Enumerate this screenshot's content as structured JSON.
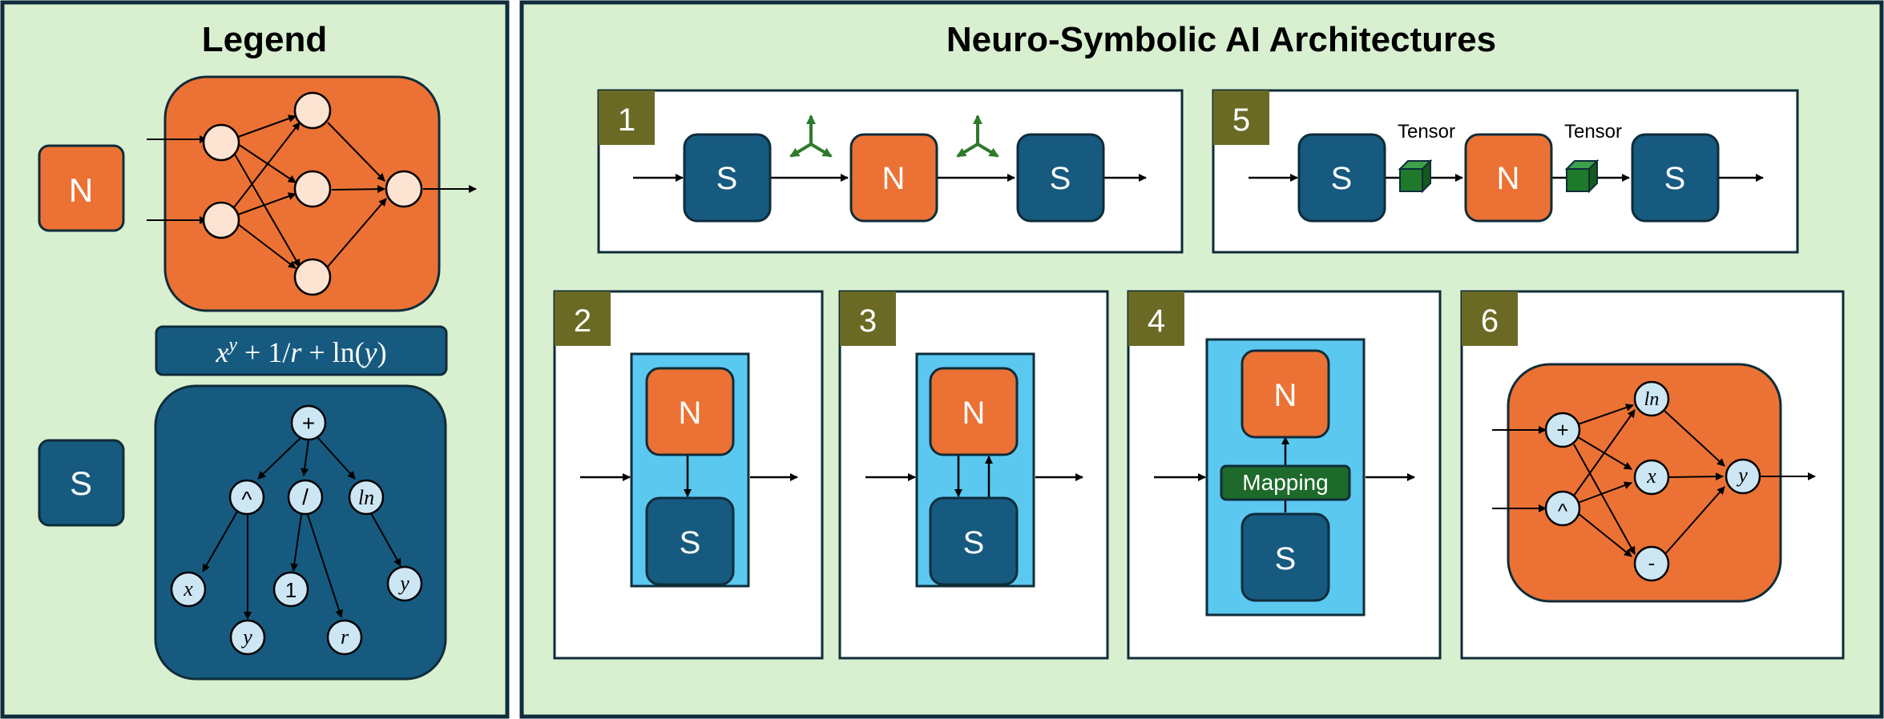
{
  "legend": {
    "title": "Legend",
    "neural_label": "N",
    "symbolic_label": "S",
    "formula": "x^y + 1/r + ln(y)",
    "formula_parts": {
      "x": "x",
      "sup": "y",
      "mid": " + 1/",
      "r": "r",
      "plus": " + ln(",
      "y": "y",
      "end": ")"
    },
    "tree_nodes": {
      "plus": "+",
      "pow": "^",
      "div": "/",
      "ln": "ln",
      "x": "x",
      "y1": "y",
      "one": "1",
      "r": "r",
      "y2": "y"
    }
  },
  "main": {
    "title": "Neuro-Symbolic AI Architectures",
    "panels": {
      "p1": {
        "number": "1",
        "blocks": [
          "S",
          "N",
          "S"
        ]
      },
      "p2": {
        "number": "2",
        "top": "N",
        "bottom": "S"
      },
      "p3": {
        "number": "3",
        "top": "N",
        "bottom": "S"
      },
      "p4": {
        "number": "4",
        "top": "N",
        "mapping": "Mapping",
        "bottom": "S"
      },
      "p5": {
        "number": "5",
        "blocks": [
          "S",
          "N",
          "S"
        ],
        "tensor_label_1": "Tensor",
        "tensor_label_2": "Tensor"
      },
      "p6": {
        "number": "6",
        "nodes": {
          "plus": "+",
          "pow": "^",
          "ln": "ln",
          "x": "x",
          "minus": "-",
          "y": "y"
        }
      }
    }
  },
  "colors": {
    "background": "#d8f0d0",
    "frame": "#0f2c3a",
    "neural": "#eb7234",
    "symbolic": "#165a80",
    "light_blue": "#5bc8f0",
    "node_fill": "#cde6f4",
    "neural_node": "#fde3d2",
    "badge": "#6b6a24",
    "mapping": "#1d6a2a",
    "tensor": "#1e7a2a",
    "axis_arrow": "#2d7a2d"
  }
}
